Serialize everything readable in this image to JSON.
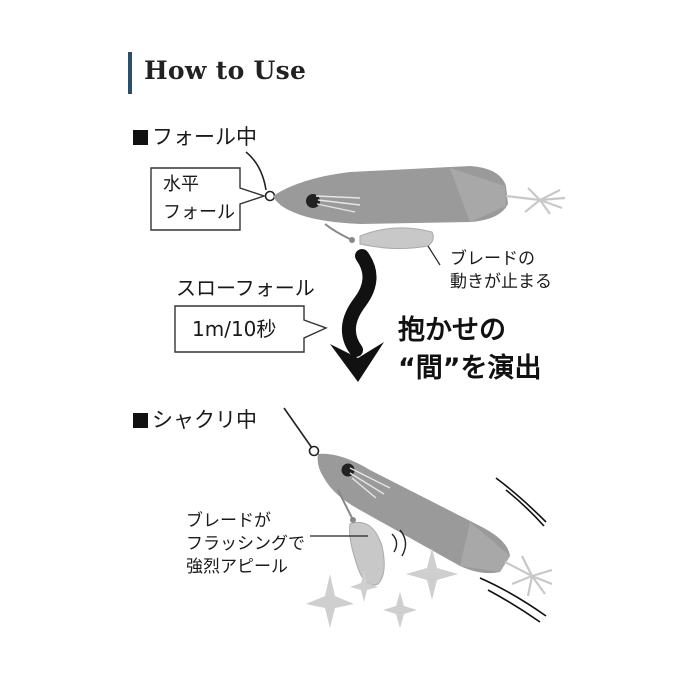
{
  "header": {
    "title": "How to Use"
  },
  "fall_section": {
    "heading": "フォール中",
    "callout_line1": "水平",
    "callout_line2": "フォール",
    "blade_note_line1": "ブレードの",
    "blade_note_line2": "動きが止まる",
    "speed_label": "スローフォール",
    "speed_value": "1m/10秒",
    "tagline_line1": "抱かせの",
    "tagline_line2": "“間”を演出"
  },
  "jerk_section": {
    "heading": "シャクリ中",
    "note_line1": "ブレードが",
    "note_line2": "フラッシングで",
    "note_line3": "強烈アピール"
  },
  "colors": {
    "accent_bar": "#2a4f6b",
    "lure_body": "#9a9a9a",
    "blade": "#c8c8c8",
    "sparkle": "#cfcfcf"
  }
}
